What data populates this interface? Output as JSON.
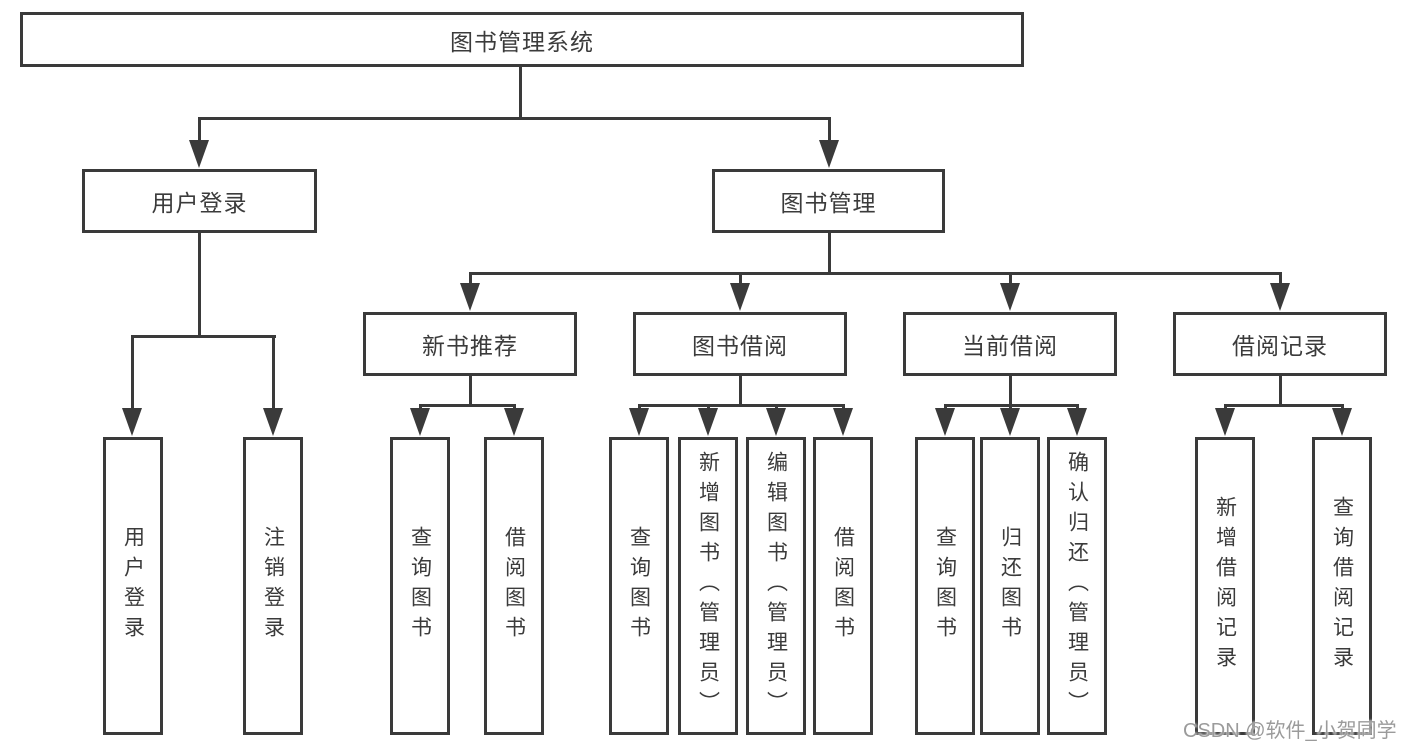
{
  "tree": {
    "root": "图书管理系统",
    "branches": [
      {
        "label": "用户登录",
        "children": [
          {
            "label": "用户登录"
          },
          {
            "label": "注销登录"
          }
        ]
      },
      {
        "label": "图书管理",
        "sections": [
          {
            "label": "新书推荐",
            "children": [
              {
                "label": "查询图书"
              },
              {
                "label": "借阅图书"
              }
            ]
          },
          {
            "label": "图书借阅",
            "children": [
              {
                "label": "查询图书"
              },
              {
                "label": "新增图书（管理员）"
              },
              {
                "label": "编辑图书（管理员）"
              },
              {
                "label": "借阅图书"
              }
            ]
          },
          {
            "label": "当前借阅",
            "children": [
              {
                "label": "查询图书"
              },
              {
                "label": "归还图书"
              },
              {
                "label": "确认归还（管理员）"
              }
            ]
          },
          {
            "label": "借阅记录",
            "children": [
              {
                "label": "新增借阅记录"
              },
              {
                "label": "查询借阅记录"
              }
            ]
          }
        ]
      }
    ]
  },
  "colors": {
    "line": "#3a3a3a",
    "text": "#3b3b3b",
    "watermark": "#9b9b9b",
    "background": "#ffffff"
  },
  "watermark": "CSDN @软件_小贺同学"
}
